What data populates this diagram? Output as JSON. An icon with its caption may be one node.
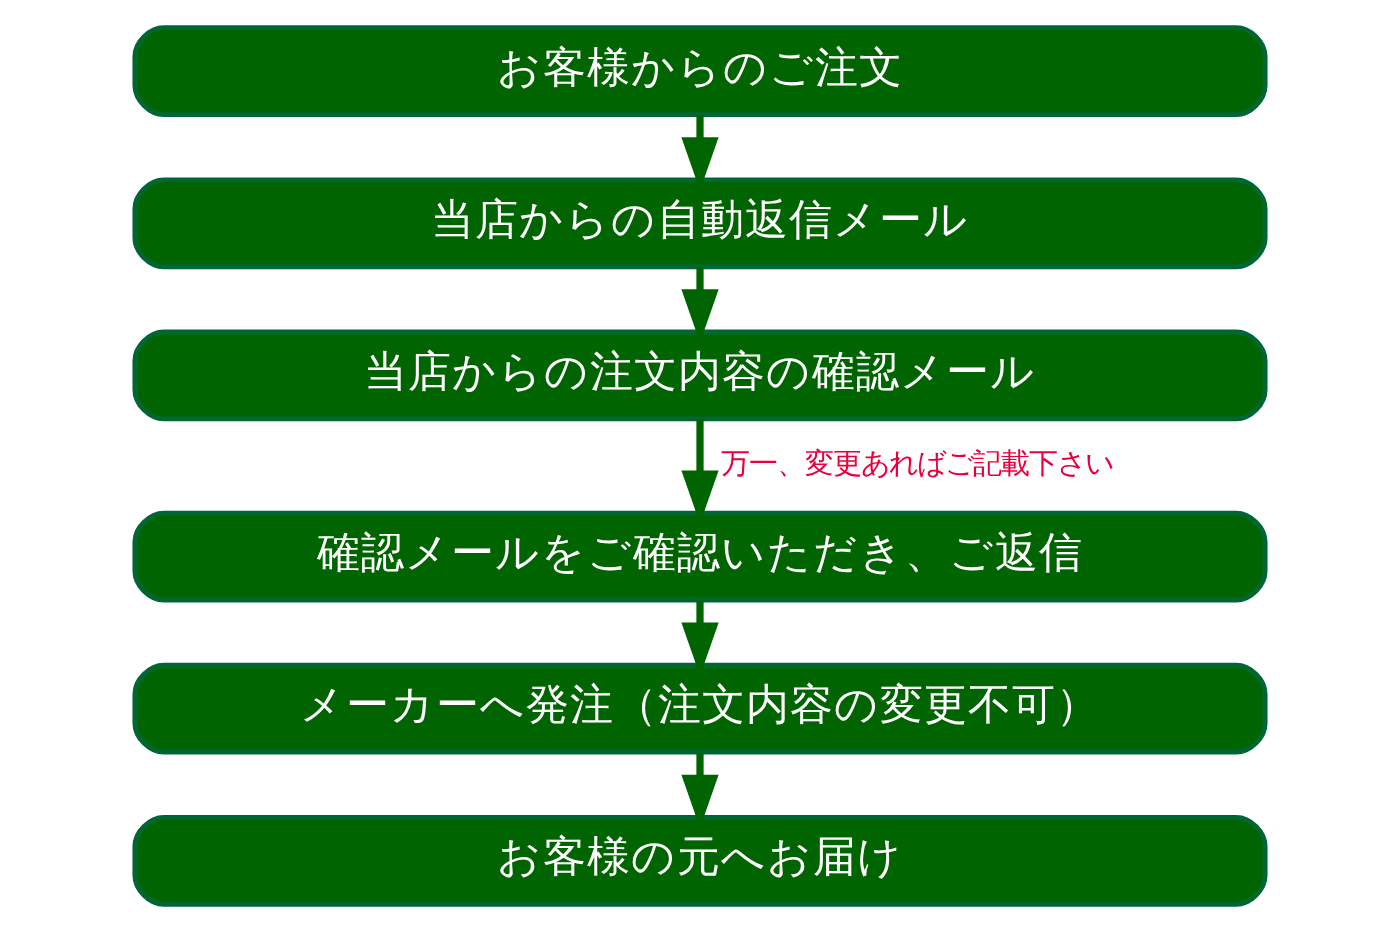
{
  "diagram": {
    "nodes": [
      {
        "text": [
          "お客様からのご注文"
        ]
      },
      {
        "text": [
          "当店からの自動返信メール"
        ]
      },
      {
        "text": [
          "当店からの注文内容の確認メール"
        ]
      },
      {
        "text": [
          "確認メールをご確認いただき、ご返信"
        ]
      },
      {
        "text": [
          "メーカーへ発注（注文内容の変更不可）"
        ]
      },
      {
        "text": [
          "お客様の元へお届け"
        ]
      }
    ],
    "edges": [
      {
        "from": 0,
        "to": 1,
        "arrow": "to"
      },
      {
        "from": 1,
        "to": 2,
        "arrow": "to"
      },
      {
        "from": 2,
        "to": 3,
        "arrow": "to",
        "label": "万一、変更あればご記載下さい"
      },
      {
        "from": 3,
        "to": 4,
        "arrow": "to"
      },
      {
        "from": 4,
        "to": 5,
        "arrow": "to"
      }
    ]
  }
}
